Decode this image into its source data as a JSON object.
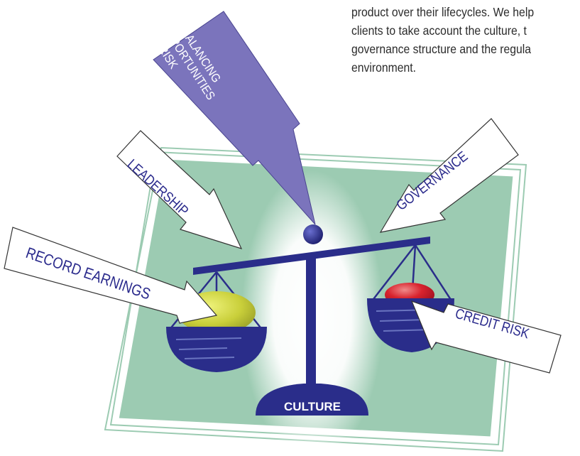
{
  "body_text": {
    "lines": [
      "product over their lifecycles. We help",
      "clients to take account the culture, t",
      "governance structure and the regula",
      "environment."
    ]
  },
  "diagram": {
    "central_arrow": [
      "BALANCING",
      "OPPORTUNITIES",
      "AND RISK"
    ],
    "labels": {
      "leadership": "LEADERSHIP",
      "record_earnings": "RECORD EARNINGS",
      "governance": "GOVERNANCE",
      "credit_risk": "CREDIT RISK"
    },
    "base_label": "CULTURE"
  },
  "colors": {
    "scale_blue": "#2a2d8a",
    "arrow_purple": "#7b74bc",
    "mat_green": "#9ccbb2",
    "left_pan_fill": "#c9cf3a",
    "right_pan_fill": "#d8232e",
    "label_text": "#2a2a8c"
  }
}
